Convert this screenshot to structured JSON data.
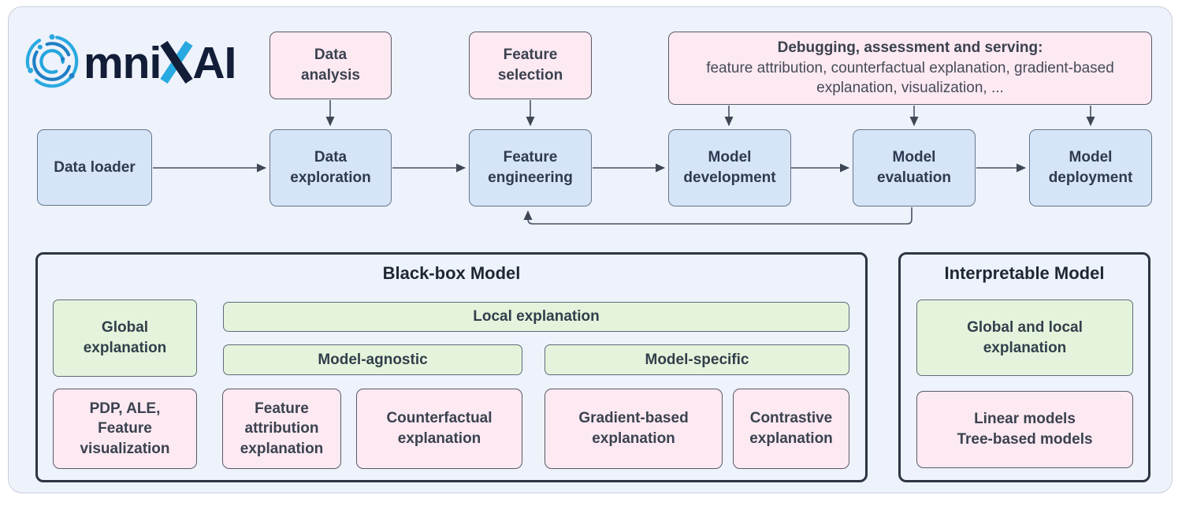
{
  "logo": {
    "name": "OmniXAI",
    "prefix": "mni",
    "suffix": "AI"
  },
  "colors": {
    "accent_blue": "#29a9e1",
    "navy": "#121d37",
    "box_blue_fill": "#d5e4f7",
    "box_pink_fill": "#fce9f2",
    "box_green_fill": "#e4f4dc",
    "panel_bg": "#edf2fb",
    "frame_border": "#2d3542",
    "arrow": "#434b5a"
  },
  "top_row": {
    "data_analysis": "Data\nanalysis",
    "feature_selection": "Feature\nselection",
    "debugging_title": "Debugging, assessment and serving:",
    "debugging_body": "feature attribution, counterfactual explanation, gradient-based\nexplanation, visualization, ..."
  },
  "pipeline": {
    "data_loader": "Data loader",
    "data_exploration": "Data\nexploration",
    "feature_engineering": "Feature\nengineering",
    "model_development": "Model\ndevelopment",
    "model_evaluation": "Model\nevaluation",
    "model_deployment": "Model\ndeployment"
  },
  "blackbox": {
    "title": "Black-box Model",
    "global_explanation": "Global\nexplanation",
    "local_explanation": "Local explanation",
    "model_agnostic": "Model-agnostic",
    "model_specific": "Model-specific",
    "pdp_ale": "PDP, ALE,\nFeature\nvisualization",
    "feature_attribution": "Feature\nattribution\nexplanation",
    "counterfactual": "Counterfactual\nexplanation",
    "gradient_based": "Gradient-based\nexplanation",
    "contrastive": "Contrastive\nexplanation"
  },
  "interpretable": {
    "title": "Interpretable Model",
    "global_and_local": "Global and local\nexplanation",
    "models": "Linear models\nTree-based models"
  }
}
